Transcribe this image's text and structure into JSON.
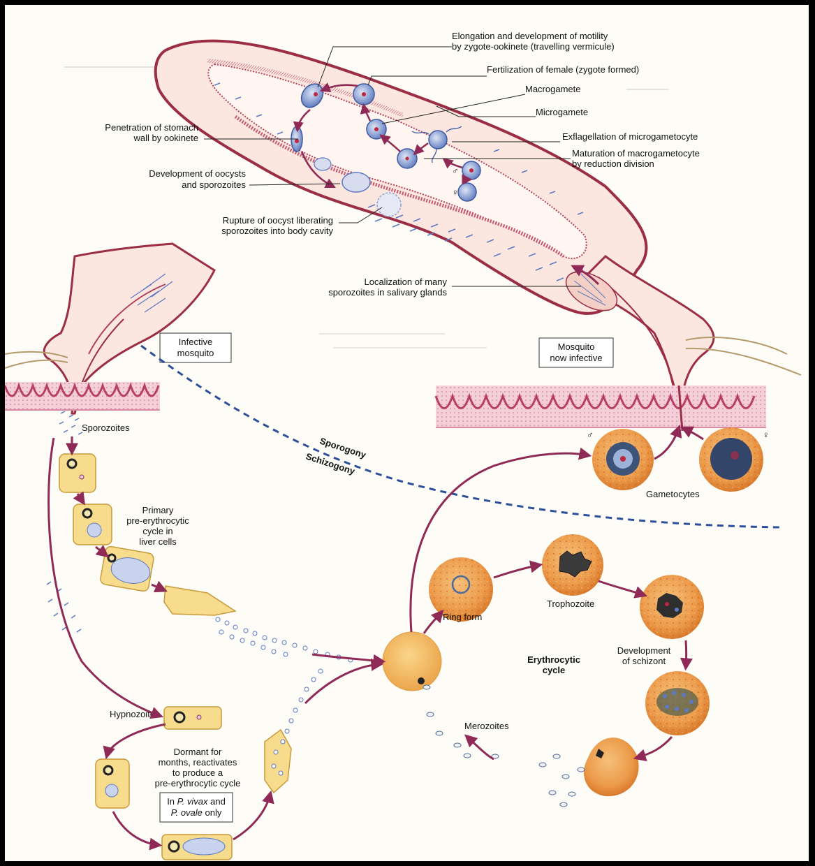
{
  "labels": {
    "elongation_1": "Elongation and development of motility",
    "elongation_2": "by zygote-ookinete (travelling vermicule)",
    "fertilization": "Fertilization of female (zygote formed)",
    "macrogamete": "Macrogamete",
    "microgamete": "Microgamete",
    "exflagellation": "Exflagellation of microgametocyte",
    "maturation_1": "Maturation of macrogametocyte",
    "maturation_2": "by reduction division",
    "penetration_1": "Penetration of stomach",
    "penetration_2": "wall by ookinete",
    "oocysts_1": "Development of oocysts",
    "oocysts_2": "and sporozoites",
    "rupture_1": "Rupture of oocyst liberating",
    "rupture_2": "sporozoites into body cavity",
    "localization_1": "Localization of many",
    "localization_2": "sporozoites in salivary glands",
    "infective_mosquito_1": "Infective",
    "infective_mosquito_2": "mosquito",
    "now_infective_1": "Mosquito",
    "now_infective_2": "now infective",
    "sporozoites": "Sporozoites",
    "sporogony": "Sporogony",
    "schizogony": "Schizogony",
    "gametocytes": "Gametocytes",
    "male_symbol": "♂",
    "female_symbol": "♀",
    "primary_1": "Primary",
    "primary_2": "pre-erythrocytic",
    "primary_3": "cycle in",
    "primary_4": "liver cells",
    "ring_form": "Ring form",
    "trophozoite": "Trophozoite",
    "schizont_1": "Development",
    "schizont_2": "of schizont",
    "erythrocytic_1": "Erythrocytic",
    "erythrocytic_2": "cycle",
    "merozoites": "Merozoites",
    "hypnozoite": "Hypnozoite",
    "dormant_1": "Dormant for",
    "dormant_2": "months, reactivates",
    "dormant_3": "to produce a",
    "dormant_4": "pre-erythrocytic cycle",
    "vivax_1_pre": "In ",
    "vivax_1_species": "P. vivax",
    "vivax_1_post": " and",
    "vivax_2_species": "P. ovale",
    "vivax_2_post": " only"
  },
  "colors": {
    "arrow": "#8e2a55",
    "mosquito_outline": "#9b2d45",
    "mosquito_fill": "#fbe7df",
    "skin": "#e9a9be",
    "liver_cell": "#f6dc8c",
    "rbc": "#e98c3a",
    "dashed_line": "#2d4f9a",
    "parasite_blue": "#5c79c2"
  }
}
